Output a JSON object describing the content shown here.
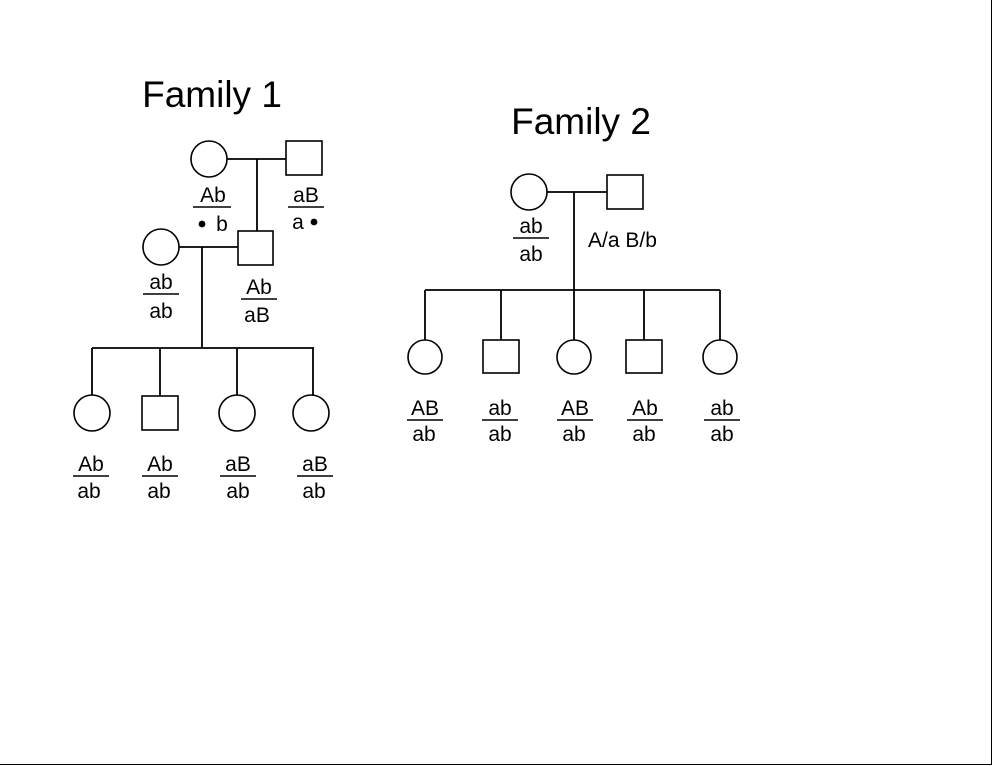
{
  "family1": {
    "title": "Family 1",
    "p_mother": {
      "top": "Ab",
      "bottom": "b",
      "bottom_prefix_dot": true
    },
    "p_father": {
      "top": "aB",
      "bottom": "a",
      "bottom_suffix_dot": true
    },
    "f1_mother": {
      "top": "ab",
      "bottom": "ab"
    },
    "f1_father": {
      "top": "Ab",
      "bottom": "aB"
    },
    "children": [
      {
        "sex": "female",
        "top": "Ab",
        "bottom": "ab"
      },
      {
        "sex": "male",
        "top": "Ab",
        "bottom": "ab"
      },
      {
        "sex": "female",
        "top": "aB",
        "bottom": "ab"
      },
      {
        "sex": "female",
        "top": "aB",
        "bottom": "ab"
      }
    ]
  },
  "family2": {
    "title": "Family 2",
    "mother": {
      "top": "ab",
      "bottom": "ab"
    },
    "father_genotype": "A/a B/b",
    "children": [
      {
        "sex": "female",
        "top": "AB",
        "bottom": "ab"
      },
      {
        "sex": "male",
        "top": "ab",
        "bottom": "ab"
      },
      {
        "sex": "female",
        "top": "AB",
        "bottom": "ab"
      },
      {
        "sex": "male",
        "top": "Ab",
        "bottom": "ab"
      },
      {
        "sex": "female",
        "top": "ab",
        "bottom": "ab"
      }
    ]
  }
}
